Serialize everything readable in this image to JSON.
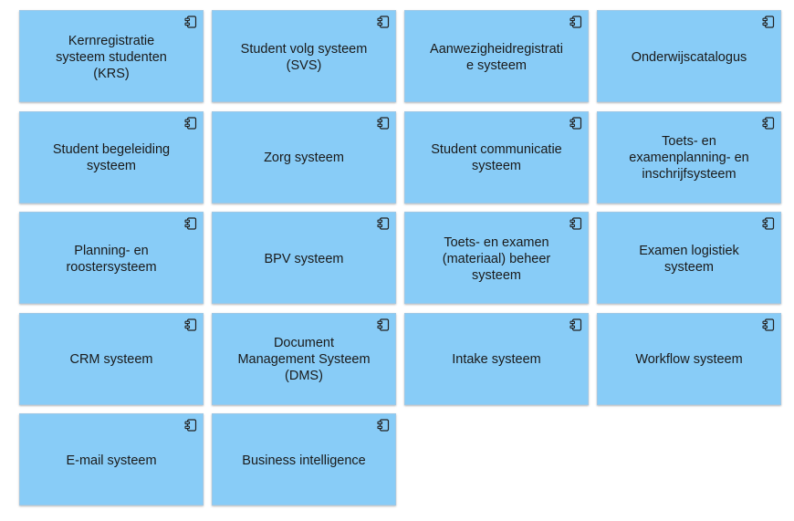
{
  "components": [
    {
      "label": "Kernregistratie\nsysteem studenten\n(KRS)",
      "icon": "component-icon"
    },
    {
      "label": "Student volg systeem\n(SVS)",
      "icon": "component-icon"
    },
    {
      "label": "Aanwezigheidregistrati\ne systeem",
      "icon": "component-icon"
    },
    {
      "label": "Onderwijscatalogus",
      "icon": "component-icon"
    },
    {
      "label": "Student begeleiding\nsysteem",
      "icon": "component-icon"
    },
    {
      "label": "Zorg systeem",
      "icon": "component-icon"
    },
    {
      "label": "Student communicatie\nsysteem",
      "icon": "component-icon"
    },
    {
      "label": "Toets- en\nexamenplanning- en\ninschrijfsysteem",
      "icon": "component-icon"
    },
    {
      "label": "Planning- en\nroostersysteem",
      "icon": "component-icon"
    },
    {
      "label": "BPV systeem",
      "icon": "component-icon"
    },
    {
      "label": "Toets- en examen\n(materiaal) beheer\nsysteem",
      "icon": "component-icon"
    },
    {
      "label": "Examen logistiek\nsysteem",
      "icon": "component-icon"
    },
    {
      "label": "CRM systeem",
      "icon": "component-icon"
    },
    {
      "label": "Document\nManagement Systeem\n(DMS)",
      "icon": "component-icon"
    },
    {
      "label": "Intake systeem",
      "icon": "component-icon"
    },
    {
      "label": "Workflow systeem",
      "icon": "component-icon"
    },
    {
      "label": "E-mail systeem",
      "icon": "component-icon"
    },
    {
      "label": "Business intelligence",
      "icon": "component-icon"
    }
  ],
  "colors": {
    "box_fill": "#88ccf7",
    "text": "#1a1a1a",
    "icon_stroke": "#222222"
  }
}
